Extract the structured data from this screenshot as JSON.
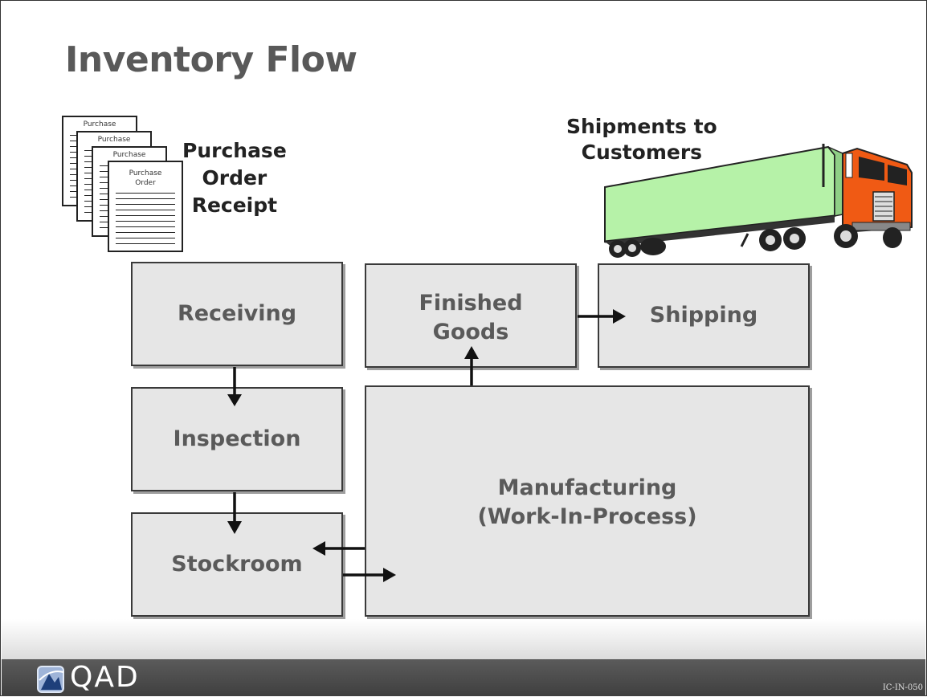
{
  "slide": {
    "title": "Inventory Flow",
    "purchase_order_caption": [
      "Purchase",
      "Order",
      "Receipt"
    ],
    "shipments_caption": [
      "Shipments to",
      "Customers"
    ],
    "document_label_top": "Purchase",
    "document_label_front": [
      "Purchase",
      "Order"
    ]
  },
  "boxes": {
    "receiving": "Receiving",
    "inspection": "Inspection",
    "stockroom": "Stockroom",
    "finished_goods": [
      "Finished",
      "Goods"
    ],
    "shipping": "Shipping",
    "manufacturing": [
      "Manufacturing",
      "(Work-In-Process)"
    ]
  },
  "footer": {
    "logo_text": "QAD",
    "slide_code": "IC-IN-050"
  },
  "colors": {
    "box_fill": "#e6e6e6",
    "box_text": "#5a5a5a",
    "trailer": "#b6f2a8",
    "cab": "#f05a14"
  }
}
